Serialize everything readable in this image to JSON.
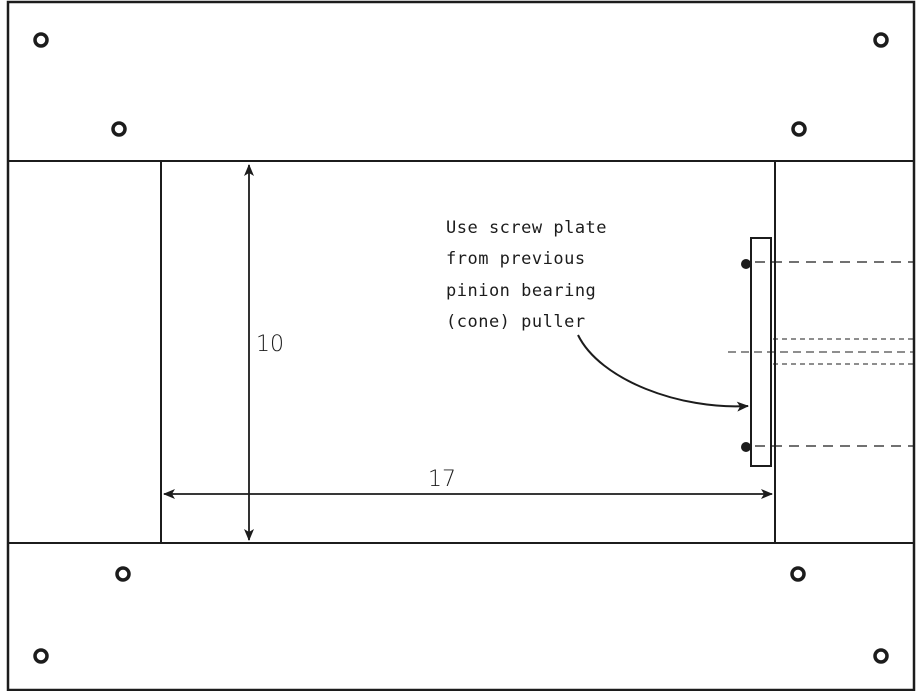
{
  "dimensions": {
    "height_label": "10",
    "width_label": "17"
  },
  "annotation": {
    "lines": [
      "Use screw plate",
      "from previous",
      "pinion bearing",
      "(cone) puller"
    ]
  },
  "colors": {
    "ink": "#1c1c1c",
    "paper": "#ffffff"
  }
}
